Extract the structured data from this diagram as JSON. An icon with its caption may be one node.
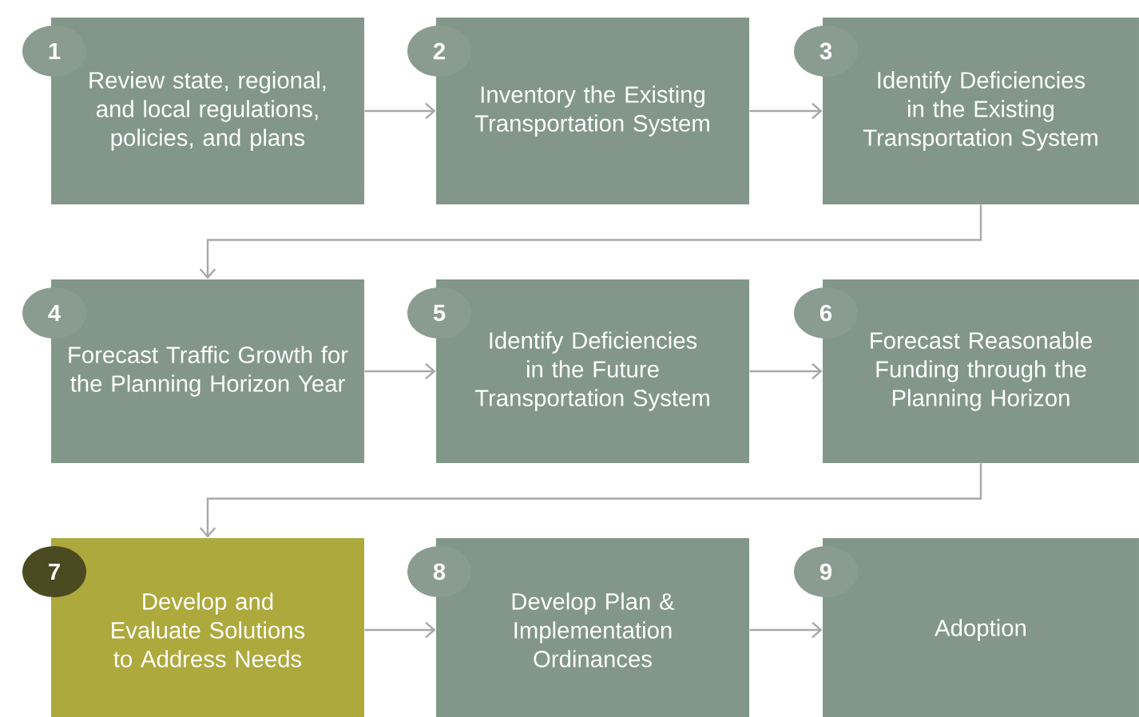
{
  "diagram": {
    "nodes": [
      {
        "text": [
          "1",
          "Review state, regional, and local regulations, policies, and plans"
        ]
      },
      {
        "text": [
          "2",
          "Inventory the Existing Transportation System"
        ]
      },
      {
        "text": [
          "3",
          "Identify Deficiencies in the Existing Transportation System"
        ]
      },
      {
        "text": [
          "4",
          "Forecast Traffic Growth for the Planning Horizon Year"
        ]
      },
      {
        "text": [
          "5",
          "Identify Deficiencies in the Future Transportation System"
        ]
      },
      {
        "text": [
          "6",
          "Forecast Reasonable Funding through the Planning Horizon"
        ]
      },
      {
        "text": [
          "7",
          "Develop and Evaluate Solutions to Address Needs"
        ]
      },
      {
        "text": [
          "8",
          "Develop Plan & Implementation Ordinances"
        ]
      },
      {
        "text": [
          "9",
          "Adoption"
        ]
      }
    ],
    "edges": [
      {
        "from": 0,
        "to": 1,
        "arrow": "to"
      },
      {
        "from": 1,
        "to": 2,
        "arrow": "to"
      },
      {
        "from": 2,
        "to": 3,
        "arrow": "to"
      },
      {
        "from": 3,
        "to": 4,
        "arrow": "to"
      },
      {
        "from": 4,
        "to": 5,
        "arrow": "to"
      },
      {
        "from": 5,
        "to": 6,
        "arrow": "to"
      },
      {
        "from": 6,
        "to": 7,
        "arrow": "to"
      },
      {
        "from": 7,
        "to": 8,
        "arrow": "to"
      }
    ]
  }
}
